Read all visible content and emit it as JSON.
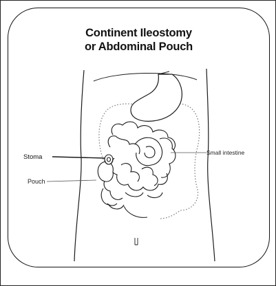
{
  "diagram": {
    "title_line1": "Continent Ileostomy",
    "title_line2": "or Abdominal Pouch",
    "labels": {
      "stoma": "Stoma",
      "pouch": "Pouch",
      "small_intestine": "Small intestine"
    }
  },
  "colors": {
    "stroke": "#1a1a1a",
    "dotted": "#777777",
    "background": "#ffffff"
  }
}
